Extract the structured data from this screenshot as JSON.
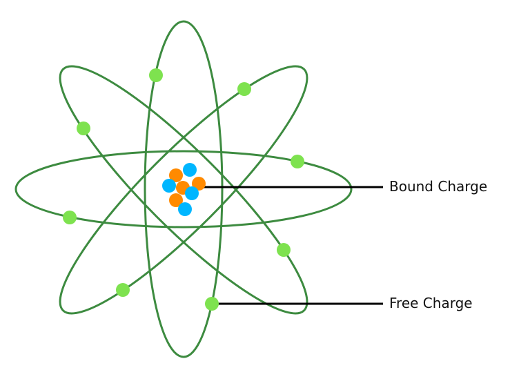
{
  "labels": {
    "bound_charge": "Bound Charge",
    "free_charge": "Free Charge"
  },
  "colors": {
    "orbit": "#3d8b40",
    "electron": "#7ee24f",
    "proton": "#ff8a00",
    "neutron": "#00b6ff",
    "leader": "#000000"
  },
  "nucleus": [
    "proton",
    "neutron",
    "neutron",
    "proton",
    "proton",
    "neutron",
    "proton",
    "neutron"
  ],
  "electron_count": 8,
  "orbit_count": 4
}
